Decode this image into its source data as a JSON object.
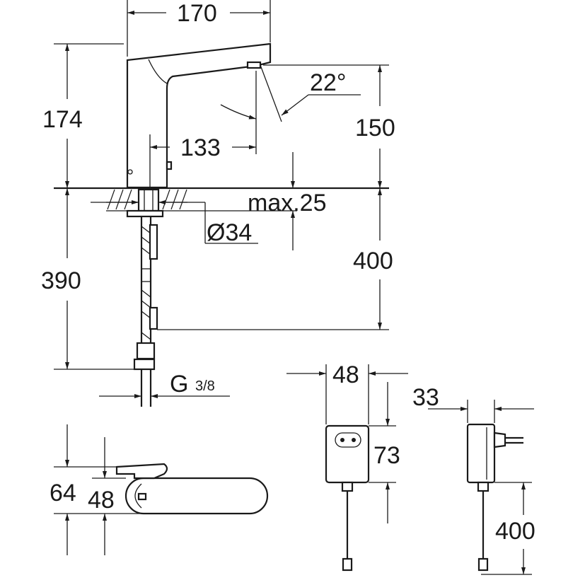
{
  "dimensions": {
    "top_width": "170",
    "height_left": "174",
    "spout_reach": "133",
    "angle": "22°",
    "height_right": "150",
    "max_thickness": "max.25",
    "hole_diameter": "Ø34",
    "hose_length": "400",
    "below_depth": "390",
    "thread_main": "G",
    "thread_frac": "3/8",
    "psu_width": "48",
    "psu_depth": "33",
    "psu_height": "73",
    "psu_cable": "400",
    "side_height_outer": "64",
    "side_height_inner": "48"
  }
}
